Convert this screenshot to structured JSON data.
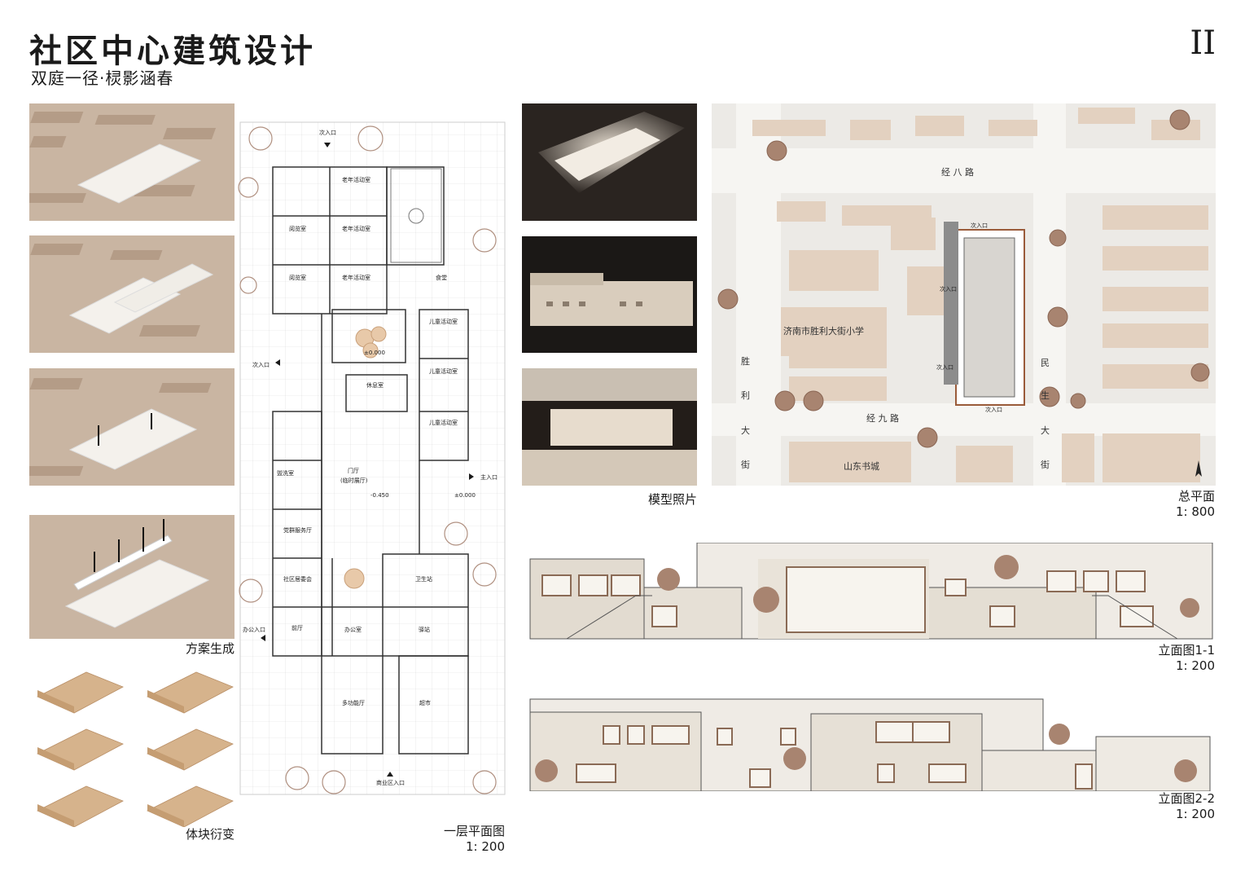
{
  "header": {
    "title": "社区中心建筑设计",
    "subtitle": "双庭一径·棂影涵春",
    "page_number": "II"
  },
  "captions": {
    "scheme": "方案生成",
    "volume": "体块衍变",
    "plan_title": "一层平面图",
    "plan_scale": "1: 200",
    "model": "模型照片",
    "site_title": "总平面",
    "site_scale": "1: 800",
    "elev1_title": "立面图1-1",
    "elev1_scale": "1: 200",
    "elev2_title": "立面图2-2",
    "elev2_scale": "1: 200"
  },
  "plan_labels": {
    "entry_secondary": "次入口",
    "entry_main": "主入口",
    "entry_office": "办公入口",
    "entry_commercial": "商业区入口",
    "elderly": "老年活动室",
    "reading": "阅览室",
    "canteen": "食堂",
    "children": "儿童活动室",
    "rest": "休息室",
    "hall": "门厅",
    "hall_sub": "(临时展厅)",
    "washroom": "盥洗室",
    "party": "党群服务厅",
    "committee": "社区居委会",
    "clinic": "卫生站",
    "front": "前厅",
    "office": "办公室",
    "post": "驿站",
    "multi": "多功能厅",
    "market": "超市",
    "level_0": "±0.000",
    "level_1": "-0.450"
  },
  "site_labels": {
    "road_north": "经 八 路",
    "road_south": "经 九 路",
    "road_west": [
      "胜",
      "利",
      "大",
      "街"
    ],
    "road_east": [
      "民",
      "生",
      "大",
      "街"
    ],
    "school": "济南市胜利大街小学",
    "bookstore": "山东书城",
    "entry": "次入口"
  },
  "colors": {
    "accent_brown": "#9a5b3a",
    "building_tan": "#e2d0c0",
    "facade": "#e6e1d8",
    "tree": "#a88470"
  }
}
